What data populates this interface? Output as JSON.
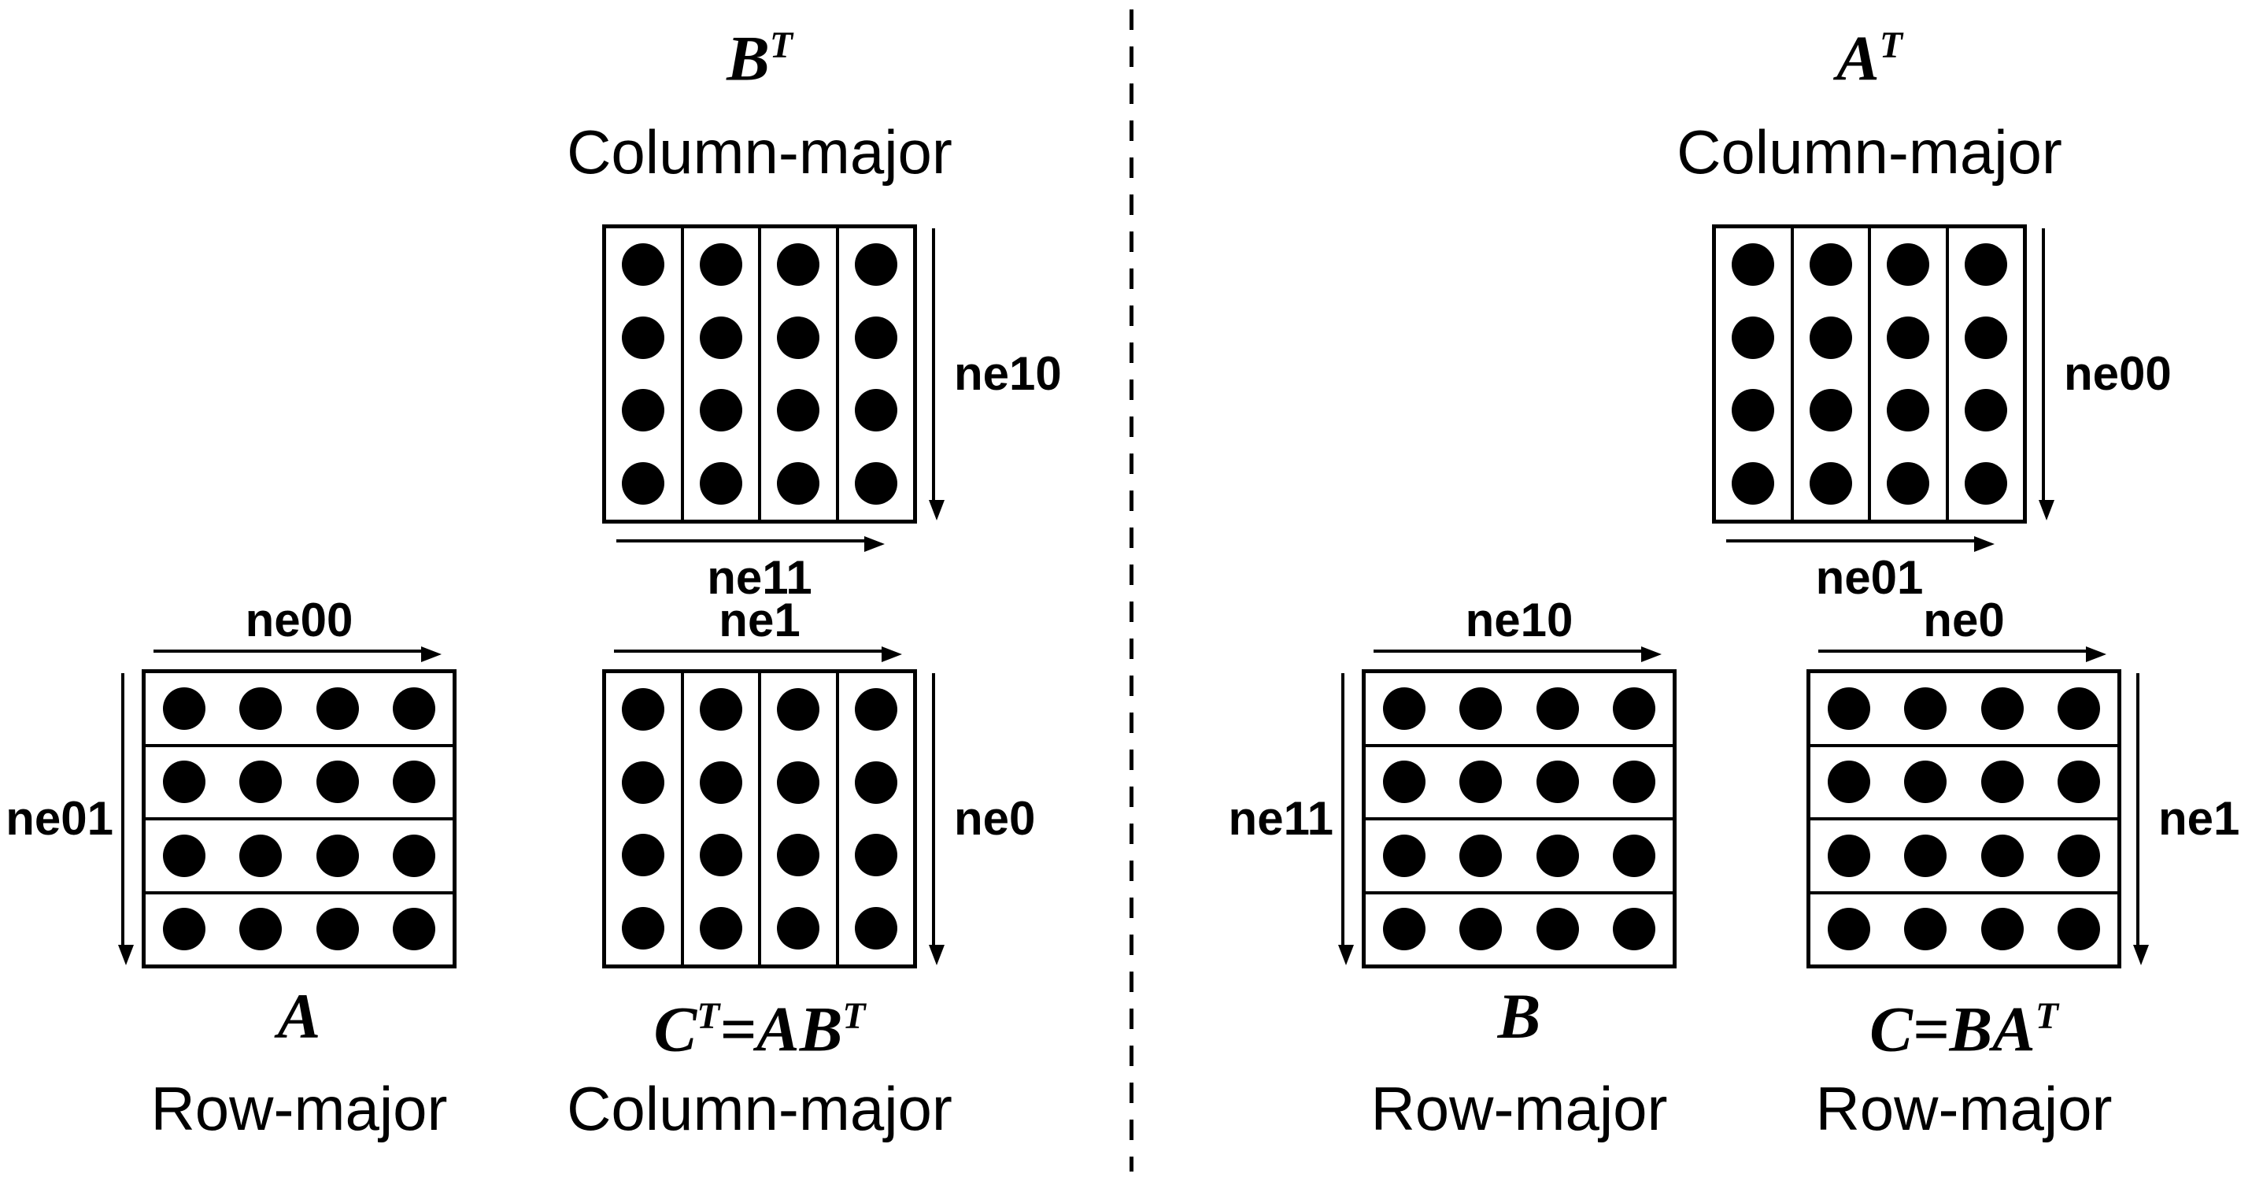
{
  "colors": {
    "ink": "#000000",
    "background": "#ffffff"
  },
  "grid": {
    "strips": 4,
    "dots_per_strip": 4
  },
  "left_panel": {
    "b_transpose": {
      "title": "B^T",
      "layout": "Column-major",
      "ne_vertical": "ne10",
      "ne_horizontal": "ne11"
    },
    "a": {
      "title": "A",
      "layout": "Row-major",
      "ne_horizontal": "ne00",
      "ne_vertical": "ne01"
    },
    "c_transpose": {
      "title": "C^T=AB^T",
      "layout": "Column-major",
      "ne_horizontal": "ne1",
      "ne_vertical": "ne0"
    }
  },
  "right_panel": {
    "b": {
      "title": "B",
      "layout": "Row-major",
      "ne_horizontal": "ne10",
      "ne_vertical": "ne11"
    },
    "a_transpose": {
      "title": "A^T",
      "layout": "Column-major",
      "ne_vertical": "ne00",
      "ne_horizontal": "ne01"
    },
    "c": {
      "title": "C=BA^T",
      "layout": "Row-major",
      "ne_horizontal": "ne0",
      "ne_vertical": "ne1"
    }
  }
}
